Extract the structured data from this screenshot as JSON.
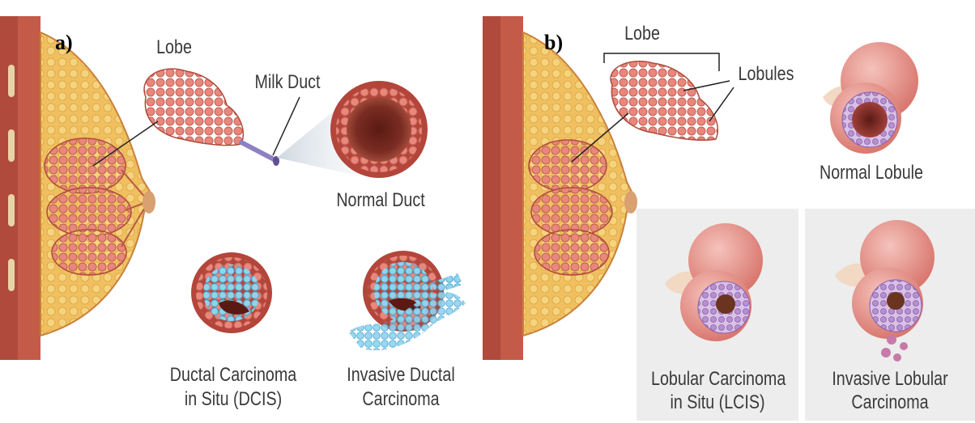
{
  "panel_a": {
    "letter": "a)",
    "labels": {
      "lobe": "Lobe",
      "milk_duct": "Milk Duct",
      "normal_duct": "Normal Duct",
      "dcis_line1": "Ductal Carcinoma",
      "dcis_line2": "in Situ (DCIS)",
      "idc_line1": "Invasive Ductal",
      "idc_line2": "Carcinoma"
    }
  },
  "panel_b": {
    "letter": "b)",
    "labels": {
      "lobe": "Lobe",
      "lobules": "Lobules",
      "normal_lobule": "Normal Lobule",
      "lcis_line1": "Lobular Carcinoma",
      "lcis_line2": "in Situ (LCIS)",
      "ilc_line1": "Invasive Lobular",
      "ilc_line2": "Carcinoma"
    }
  },
  "colors": {
    "breast_fat": "#f0c060",
    "tissue_pink": "#e7857a",
    "muscle": "#b04a3c",
    "cancer_blue": "#8ed4ee",
    "lobule_pink": "#e8a09a",
    "panel_gray": "#ededed"
  }
}
